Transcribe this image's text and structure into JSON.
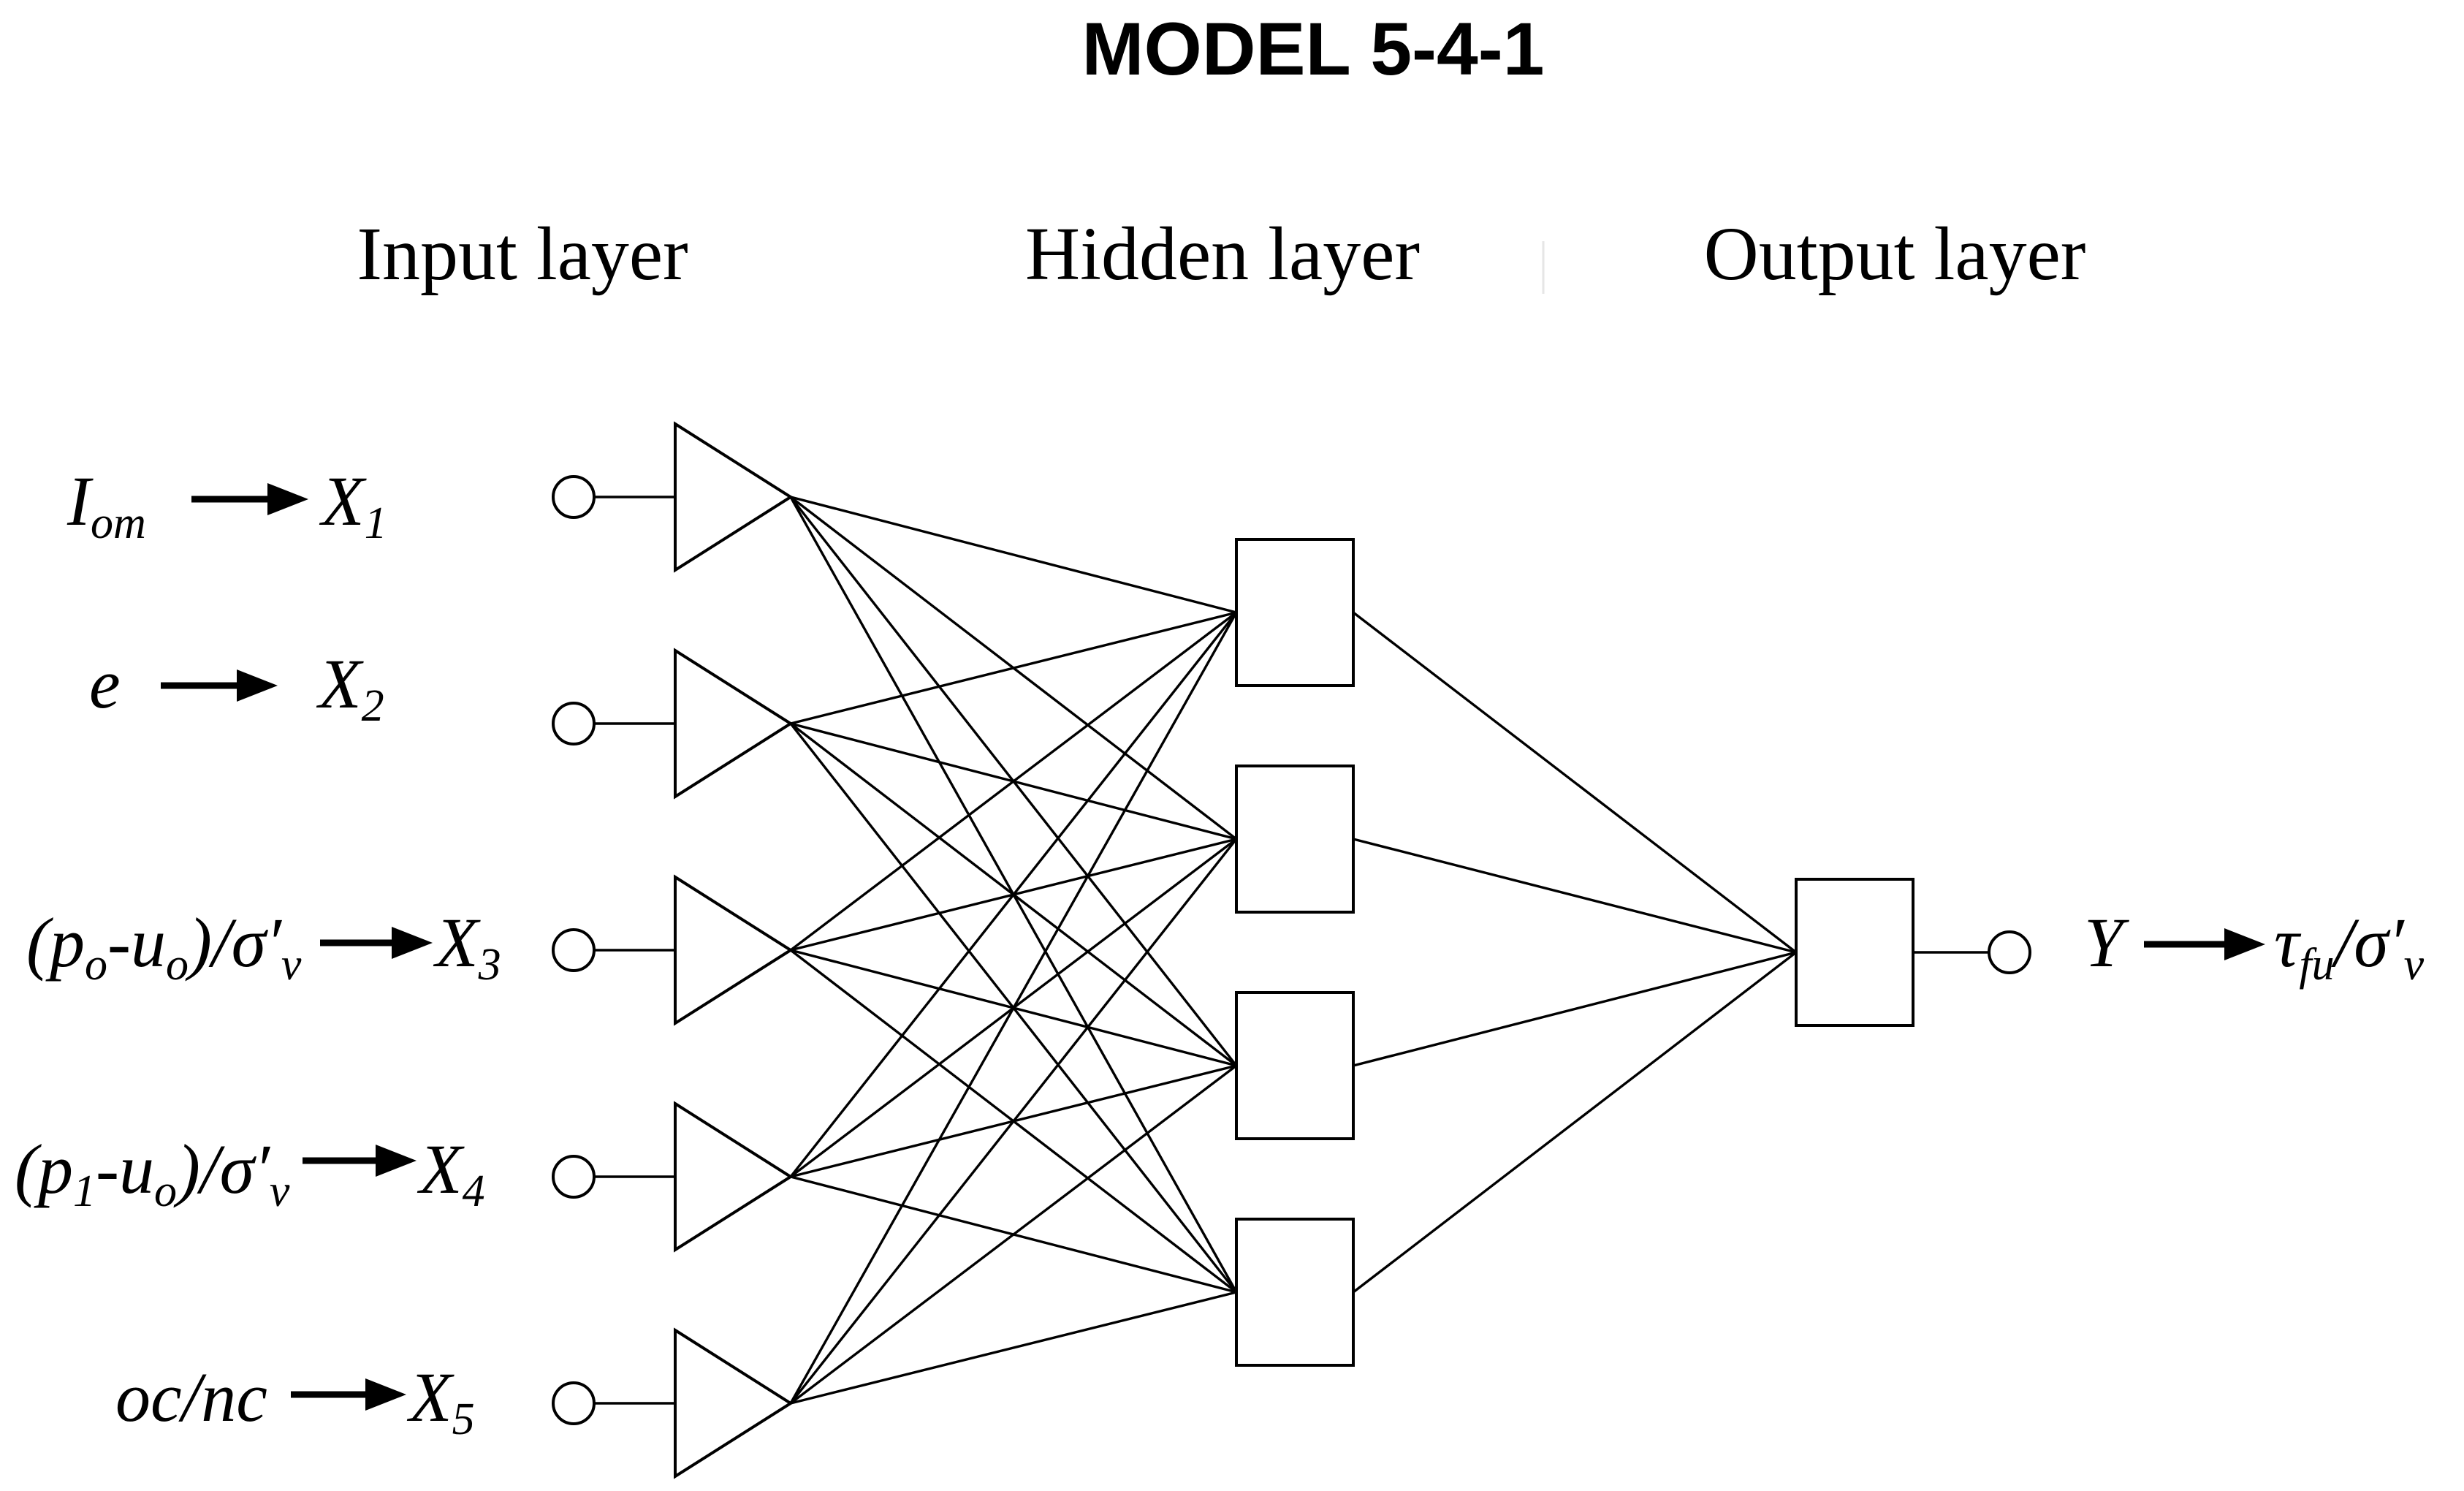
{
  "title": "MODEL 5-4-1",
  "layers": {
    "input": "Input layer",
    "hidden": "Hidden layer",
    "output": "Output layer"
  },
  "inputs": [
    {
      "var": "I",
      "var_sub": "om",
      "node": "X",
      "node_sub": "1"
    },
    {
      "var": "e",
      "node": "X",
      "node_sub": "2"
    },
    {
      "var_parts": [
        "(p",
        "o",
        "-u",
        "o",
        ")/σ′",
        "v"
      ],
      "node": "X",
      "node_sub": "3"
    },
    {
      "var_parts": [
        "(p",
        "1",
        "-u",
        "o",
        ")/σ′",
        "v"
      ],
      "node": "X",
      "node_sub": "4"
    },
    {
      "var": "oc/nc",
      "node": "X",
      "node_sub": "5"
    }
  ],
  "hidden_count": 4,
  "output": {
    "var": "Y",
    "result_parts": [
      "τ",
      "fu",
      "/σ′",
      "v"
    ]
  }
}
